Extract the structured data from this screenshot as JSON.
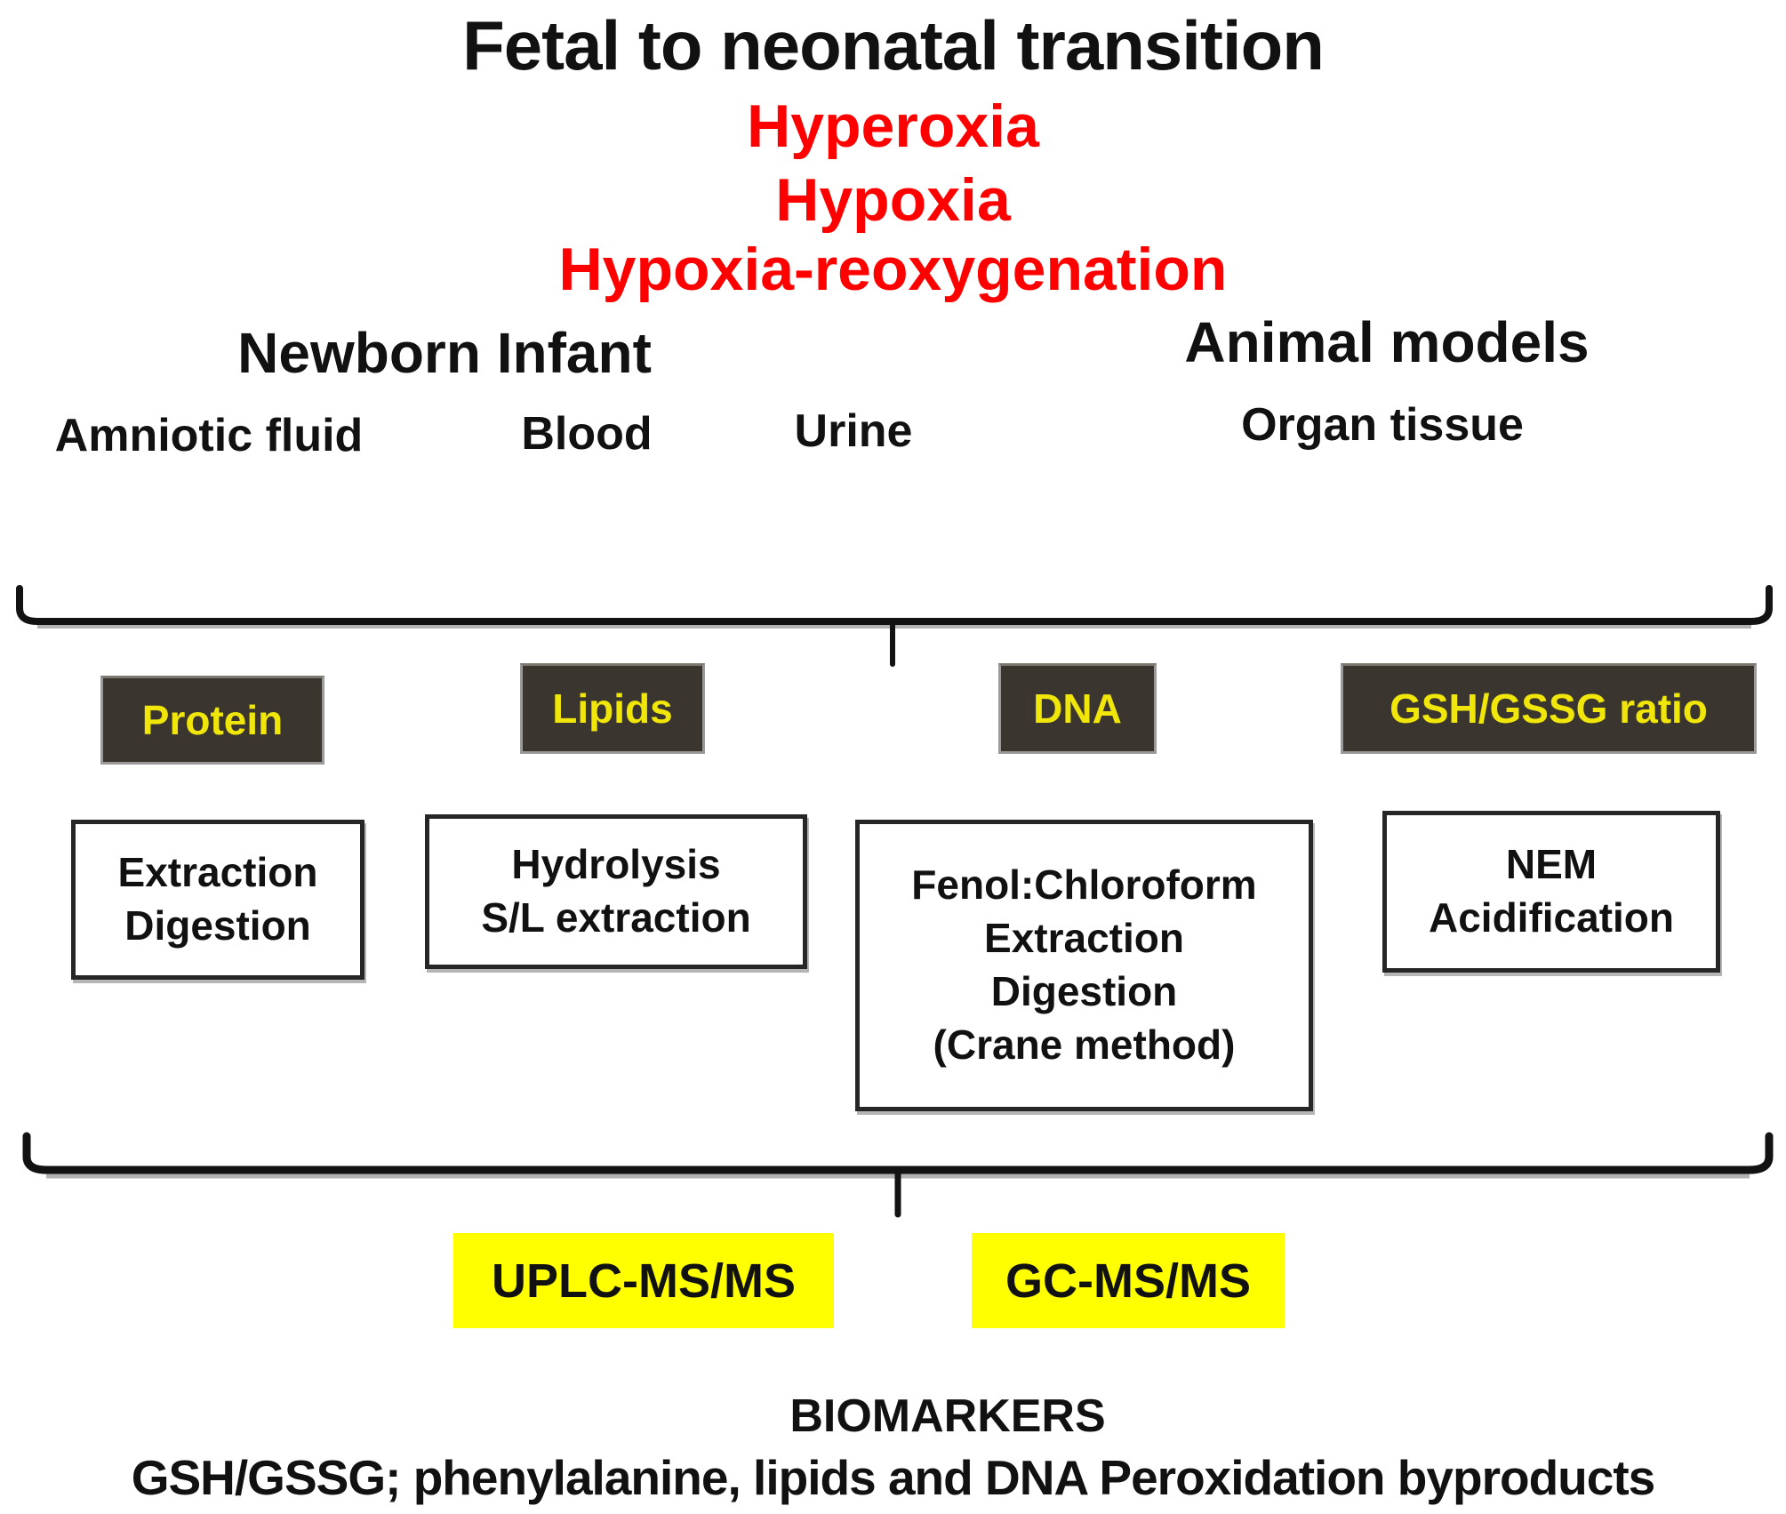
{
  "title": "Fetal to neonatal transition",
  "conditions": {
    "hyperoxia": "Hyperoxia",
    "hypoxia": "Hypoxia",
    "hypoxia_reoxygenation": "Hypoxia-reoxygenation"
  },
  "subjects": {
    "newborn": "Newborn Infant",
    "animal": "Animal models"
  },
  "samples": {
    "amniotic": "Amniotic fluid",
    "blood": "Blood",
    "urine": "Urine",
    "organ": "Organ tissue"
  },
  "analytes": {
    "protein": "Protein",
    "lipids": "Lipids",
    "dna": "DNA",
    "gsh": "GSH/GSSG ratio"
  },
  "preparations": {
    "protein": {
      "line1": "Extraction",
      "line2": "Digestion"
    },
    "lipids": {
      "line1": "Hydrolysis",
      "line2": "S/L extraction"
    },
    "dna": {
      "line1": "Fenol:Chloroform",
      "line2": "Extraction",
      "line3": "Digestion",
      "line4": "(Crane method)"
    },
    "gsh": {
      "line1": "NEM",
      "line2": "Acidification"
    }
  },
  "instruments": {
    "uplc": "UPLC-MS/MS",
    "gc": "GC-MS/MS"
  },
  "footer": {
    "heading": "BIOMARKERS",
    "detail": "GSH/GSSG; phenylalanine, lipids and DNA Peroxidation byproducts"
  },
  "colors": {
    "condition_text": "#FF0000",
    "analyte_box_bg": "#3A352E",
    "analyte_label": "#F0E60A",
    "instrument_bg": "#FFFF00",
    "text": "#111111"
  }
}
